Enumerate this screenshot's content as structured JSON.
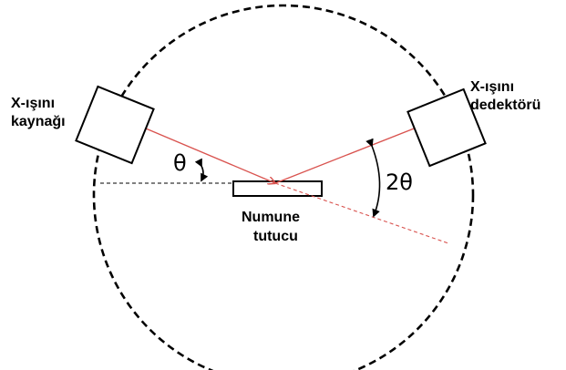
{
  "labels": {
    "source_line1": "X-ışını",
    "source_line2": "kaynağı",
    "detector_line1": "X-ışını",
    "detector_line2": "dedektörü",
    "sample_line1": "Numune",
    "sample_line2": "tutucu",
    "theta": "θ",
    "two_theta": "2θ"
  },
  "colors": {
    "beam": "#d9534f",
    "outline": "#000000",
    "background": "#ffffff"
  }
}
